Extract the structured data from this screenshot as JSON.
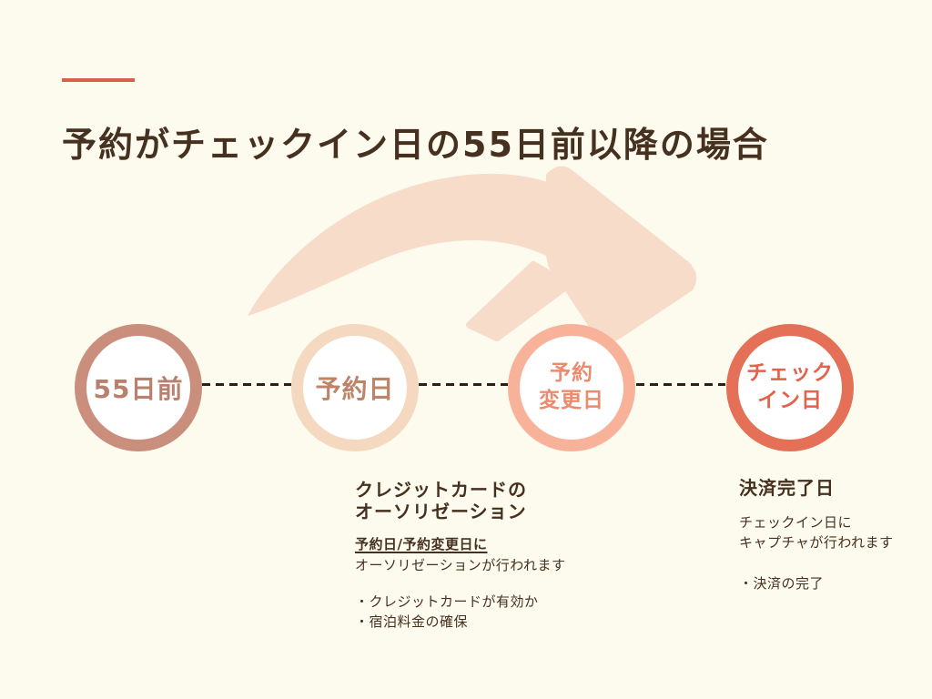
{
  "colors": {
    "background": "#fdfaee",
    "accent_line": "#d9614b",
    "title_text": "#46301f",
    "body_text": "#46301f"
  },
  "title": "予約がチェックイン日の55日前以降の場合",
  "arrow": {
    "description": "curved-swoosh-arrow",
    "color": "#f8dcca"
  },
  "timeline": {
    "connector_color": "#2e1f15",
    "nodes": [
      {
        "label": "55日前",
        "border_color": "#ca8e7c",
        "text_color": "#bb7f6d"
      },
      {
        "label": "予約日",
        "border_color": "#f4d8bf",
        "text_color": "#bd8467"
      },
      {
        "label": "予約\n変更日",
        "border_color": "#f8b29a",
        "text_color": "#ec8a6d"
      },
      {
        "label": "チェック\nイン日",
        "border_color": "#e47057",
        "text_color": "#e2634a"
      }
    ]
  },
  "authorization_note": {
    "heading": "クレジットカードの\nオーソリゼーション",
    "subheading": "予約日/予約変更日に",
    "body": "オーソリゼーションが行われます",
    "bullets": [
      "・クレジットカードが有効か",
      "・宿泊料金の確保"
    ]
  },
  "settlement_note": {
    "heading": "決済完了日",
    "body": "チェックイン日に\nキャプチャが行われます",
    "bullets": [
      "・決済の完了"
    ]
  }
}
